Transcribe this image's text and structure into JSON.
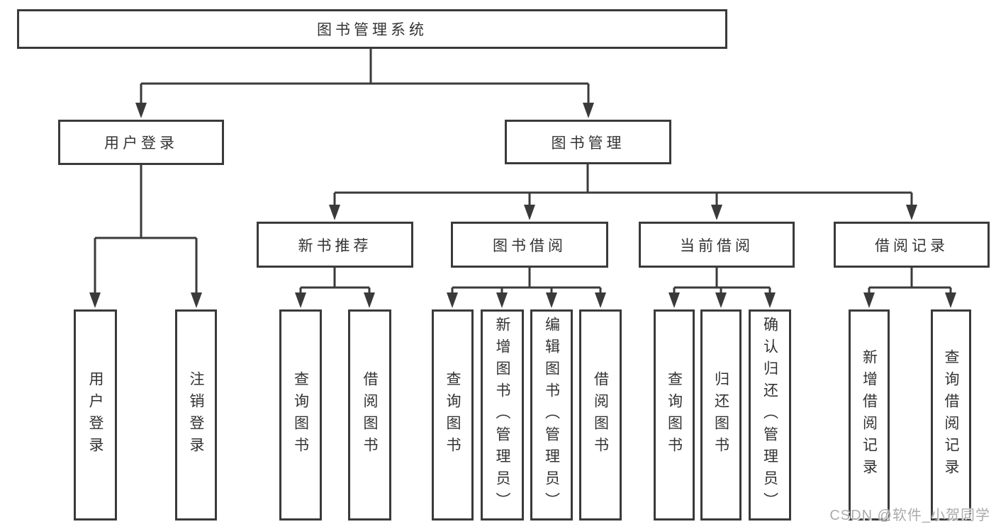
{
  "diagram": {
    "root": "图书管理系统",
    "branches": [
      {
        "label": "用户登录",
        "children": [
          "用户登录",
          "注销登录"
        ]
      },
      {
        "label": "图书管理",
        "groups": [
          {
            "label": "新书推荐",
            "children": [
              "查询图书",
              "借阅图书"
            ]
          },
          {
            "label": "图书借阅",
            "children": [
              "查询图书",
              "新增图书（管理员）",
              "编辑图书（管理员）",
              "借阅图书"
            ]
          },
          {
            "label": "当前借阅",
            "children": [
              "查询图书",
              "归还图书",
              "确认归还（管理员）"
            ]
          },
          {
            "label": "借阅记录",
            "children": [
              "新增借阅记录",
              "查询借阅记录"
            ]
          }
        ]
      }
    ]
  },
  "watermark": {
    "text": "CSDN @软件_小贺同学"
  },
  "colors": {
    "line": "#3a3a3a",
    "text": "#333333",
    "background": "#ffffff",
    "watermark": "#ababab"
  }
}
